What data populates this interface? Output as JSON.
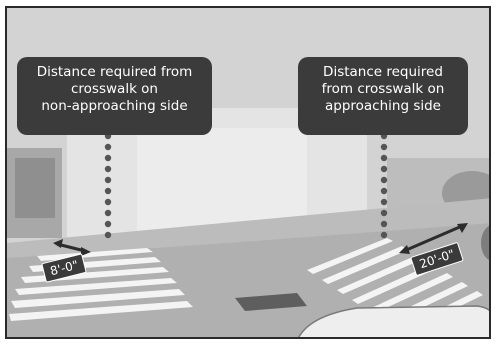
{
  "callouts": {
    "non_approaching": {
      "lines": [
        "Distance required from",
        "crosswalk on",
        "non-approaching side"
      ]
    },
    "approaching": {
      "lines": [
        "Distance required",
        "from crosswalk on",
        "approaching side"
      ]
    }
  },
  "dimensions": {
    "non_approaching": "8'-0\"",
    "approaching": "20'-0\""
  },
  "colors": {
    "callout_bg": "#3b3b3b",
    "leader_dots": "#555555",
    "dimension_arrow": "#2c2c2c"
  }
}
